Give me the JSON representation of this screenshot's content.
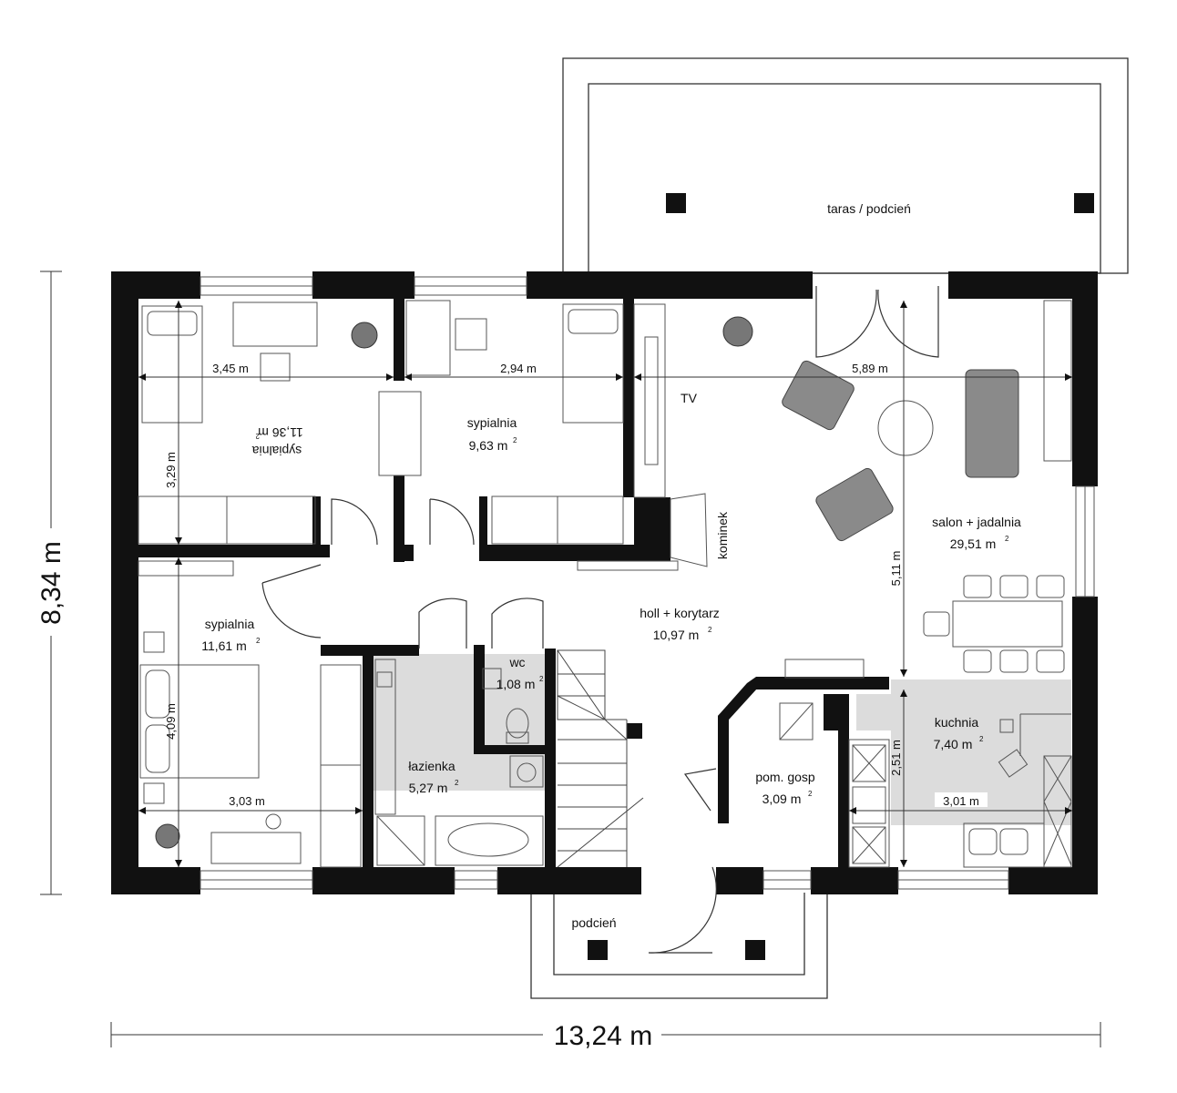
{
  "rooms": {
    "bedroom_top_left": {
      "name": "sypialnia",
      "area": "11,36 m",
      "unit_sup": "2"
    },
    "bedroom_top_mid": {
      "name": "sypialnia",
      "area": "9,63 m",
      "unit_sup": "2"
    },
    "bedroom_bottom_left": {
      "name": "sypialnia",
      "area": "11,61 m",
      "unit_sup": "2"
    },
    "living": {
      "name": "salon + jadalnia",
      "area": "29,51 m",
      "unit_sup": "2"
    },
    "hall": {
      "name": "holl + korytarz",
      "area": "10,97 m",
      "unit_sup": "2"
    },
    "wc": {
      "name": "wc",
      "area": "1,08 m",
      "unit_sup": "2"
    },
    "bathroom": {
      "name": "łazienka",
      "area": "5,27 m",
      "unit_sup": "2"
    },
    "utility": {
      "name": "pom. gosp",
      "area": "3,09 m",
      "unit_sup": "2"
    },
    "kitchen": {
      "name": "kuchnia",
      "area": "7,40 m",
      "unit_sup": "2"
    }
  },
  "labels": {
    "terrace": "taras / podcień",
    "porch": "podcień",
    "tv": "TV",
    "fireplace": "kominek"
  },
  "dimensions": {
    "overall_width": "13,24 m",
    "overall_height": "8,34 m",
    "bed1_width": "3,45 m",
    "bed1_height": "3,29 m",
    "bed2_width": "2,94 m",
    "living_width": "5,89 m",
    "living_height": "5,11 m",
    "bed3_height": "4,09 m",
    "bed3_width": "3,03 m",
    "kitchen_height": "2,51 m",
    "kitchen_width": "3,01 m"
  },
  "colors": {
    "wall": "#111111",
    "wet_floor": "#dcdcdc",
    "furniture_fill": "#8a8a8a",
    "line": "#333333"
  }
}
